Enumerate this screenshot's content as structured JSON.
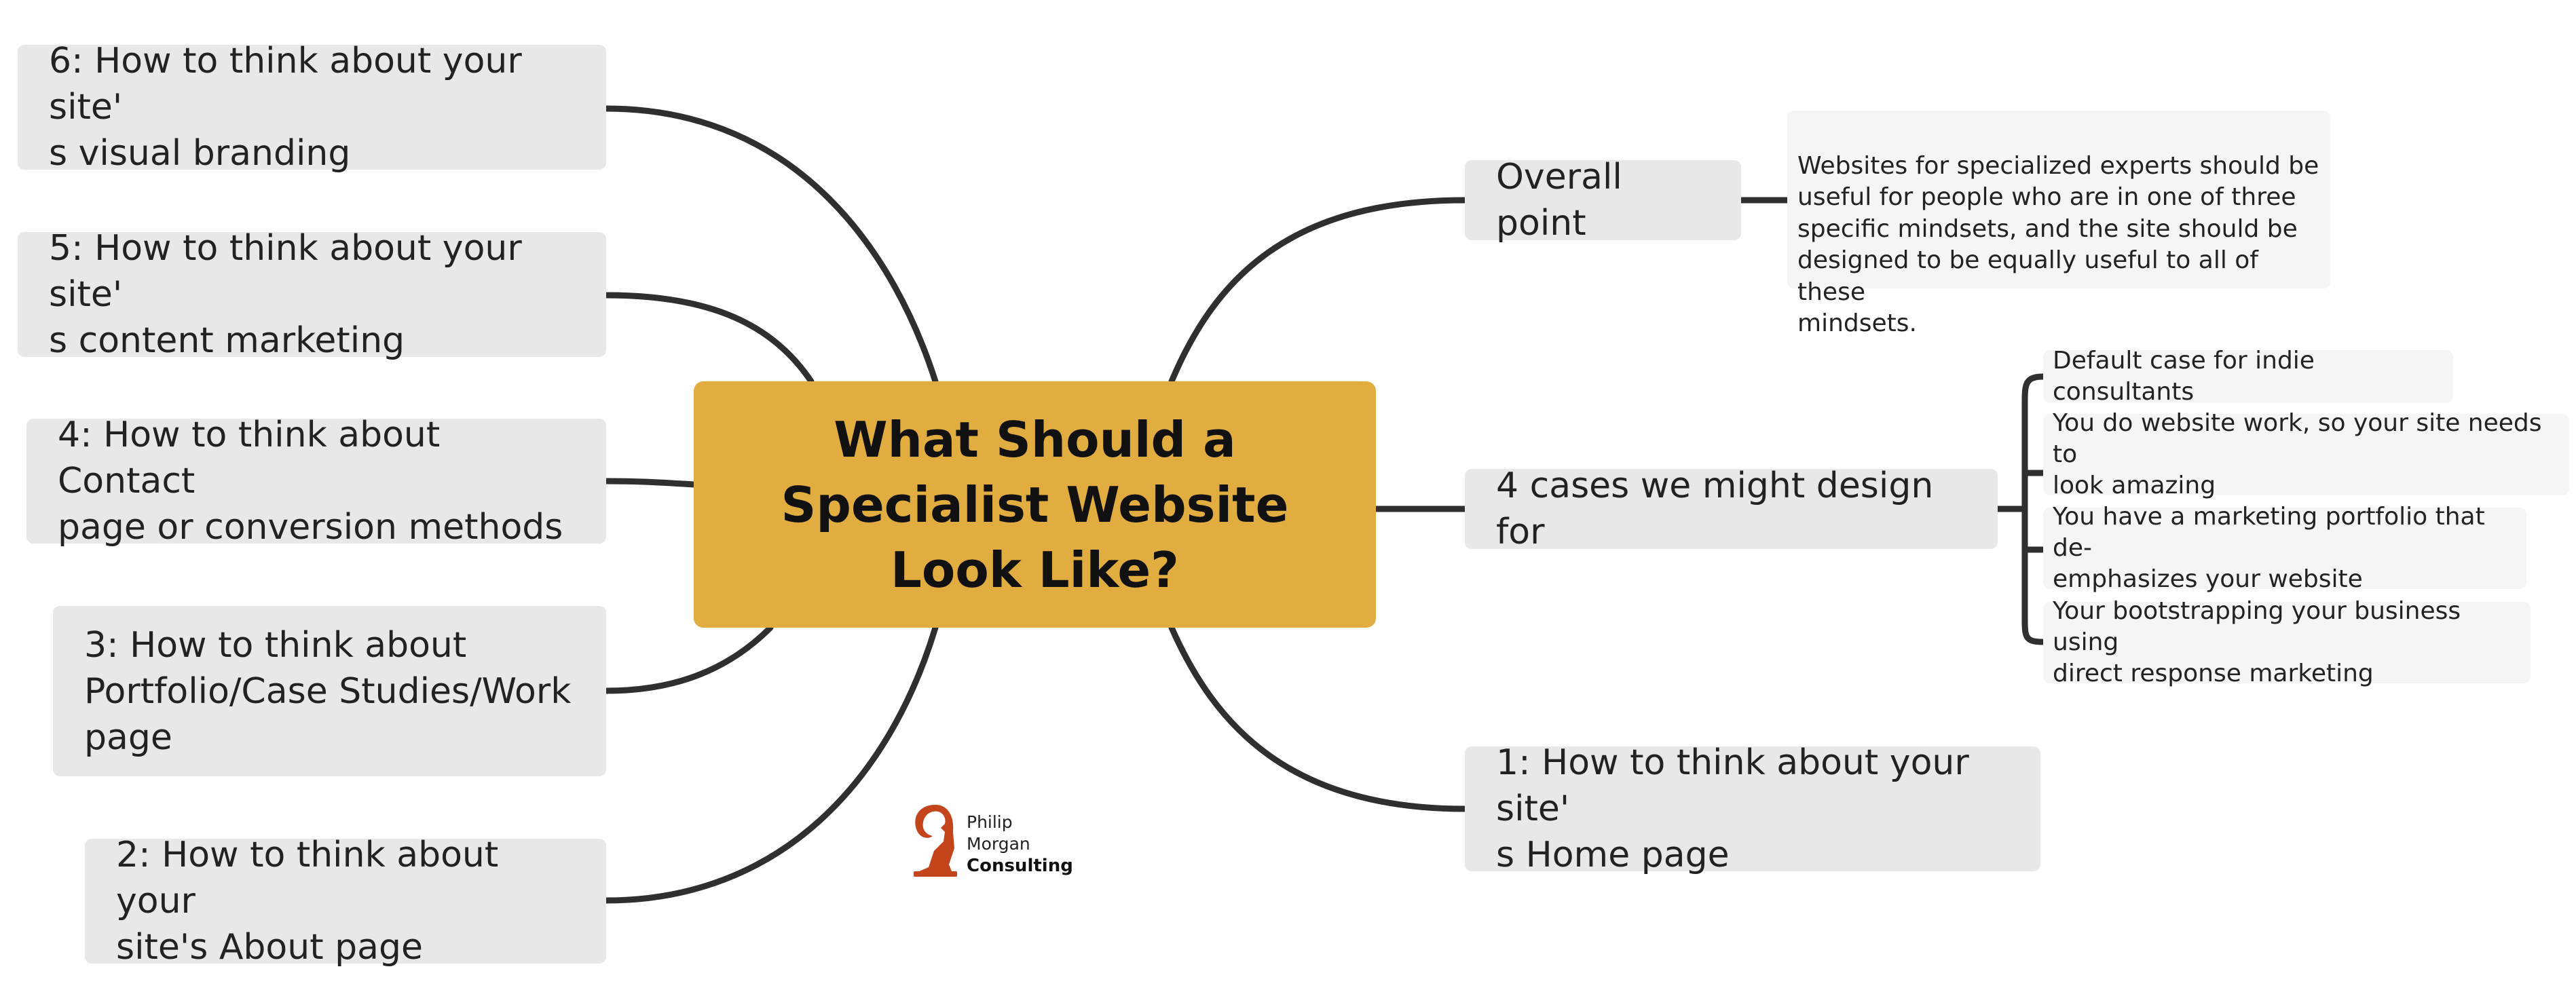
{
  "central": {
    "title": "What Should a\nSpecialist Website\nLook Like?"
  },
  "left_topics": [
    {
      "label": "6: How to think about your site'\ns visual branding"
    },
    {
      "label": "5: How to think about your site'\ns content marketing"
    },
    {
      "label": "4: How to think about Contact\npage or conversion methods"
    },
    {
      "label": "3: How to think about\nPortfolio/Case Studies/Work\npage"
    },
    {
      "label": "2: How to think about your\nsite's About page"
    }
  ],
  "right_topics": {
    "overall_point": {
      "label": "Overall point",
      "note": "Websites for specialized experts should be\nuseful for people who are in one of three\nspecific mindsets, and the site should be\ndesigned to be equally useful to all of these\nmindsets."
    },
    "cases": {
      "label": "4 cases we might design for",
      "items": [
        "Default case for indie consultants",
        "You do website work, so your site needs to\nlook amazing",
        "You have a marketing portfolio that de-\nemphasizes your website",
        "Your bootstrapping your business using\ndirect response marketing"
      ]
    },
    "home_page": {
      "label": "1: How to think about your site'\ns Home page"
    }
  },
  "logo": {
    "line1": "Philip",
    "line2": "Morgan",
    "line3": "Consulting",
    "color": "#c4441c"
  },
  "colors": {
    "central_fill": "#e1ad40",
    "topic_fill": "#e8e8e8",
    "subtopic_fill": "#f5f5f5",
    "connector": "#2f2f2f"
  }
}
